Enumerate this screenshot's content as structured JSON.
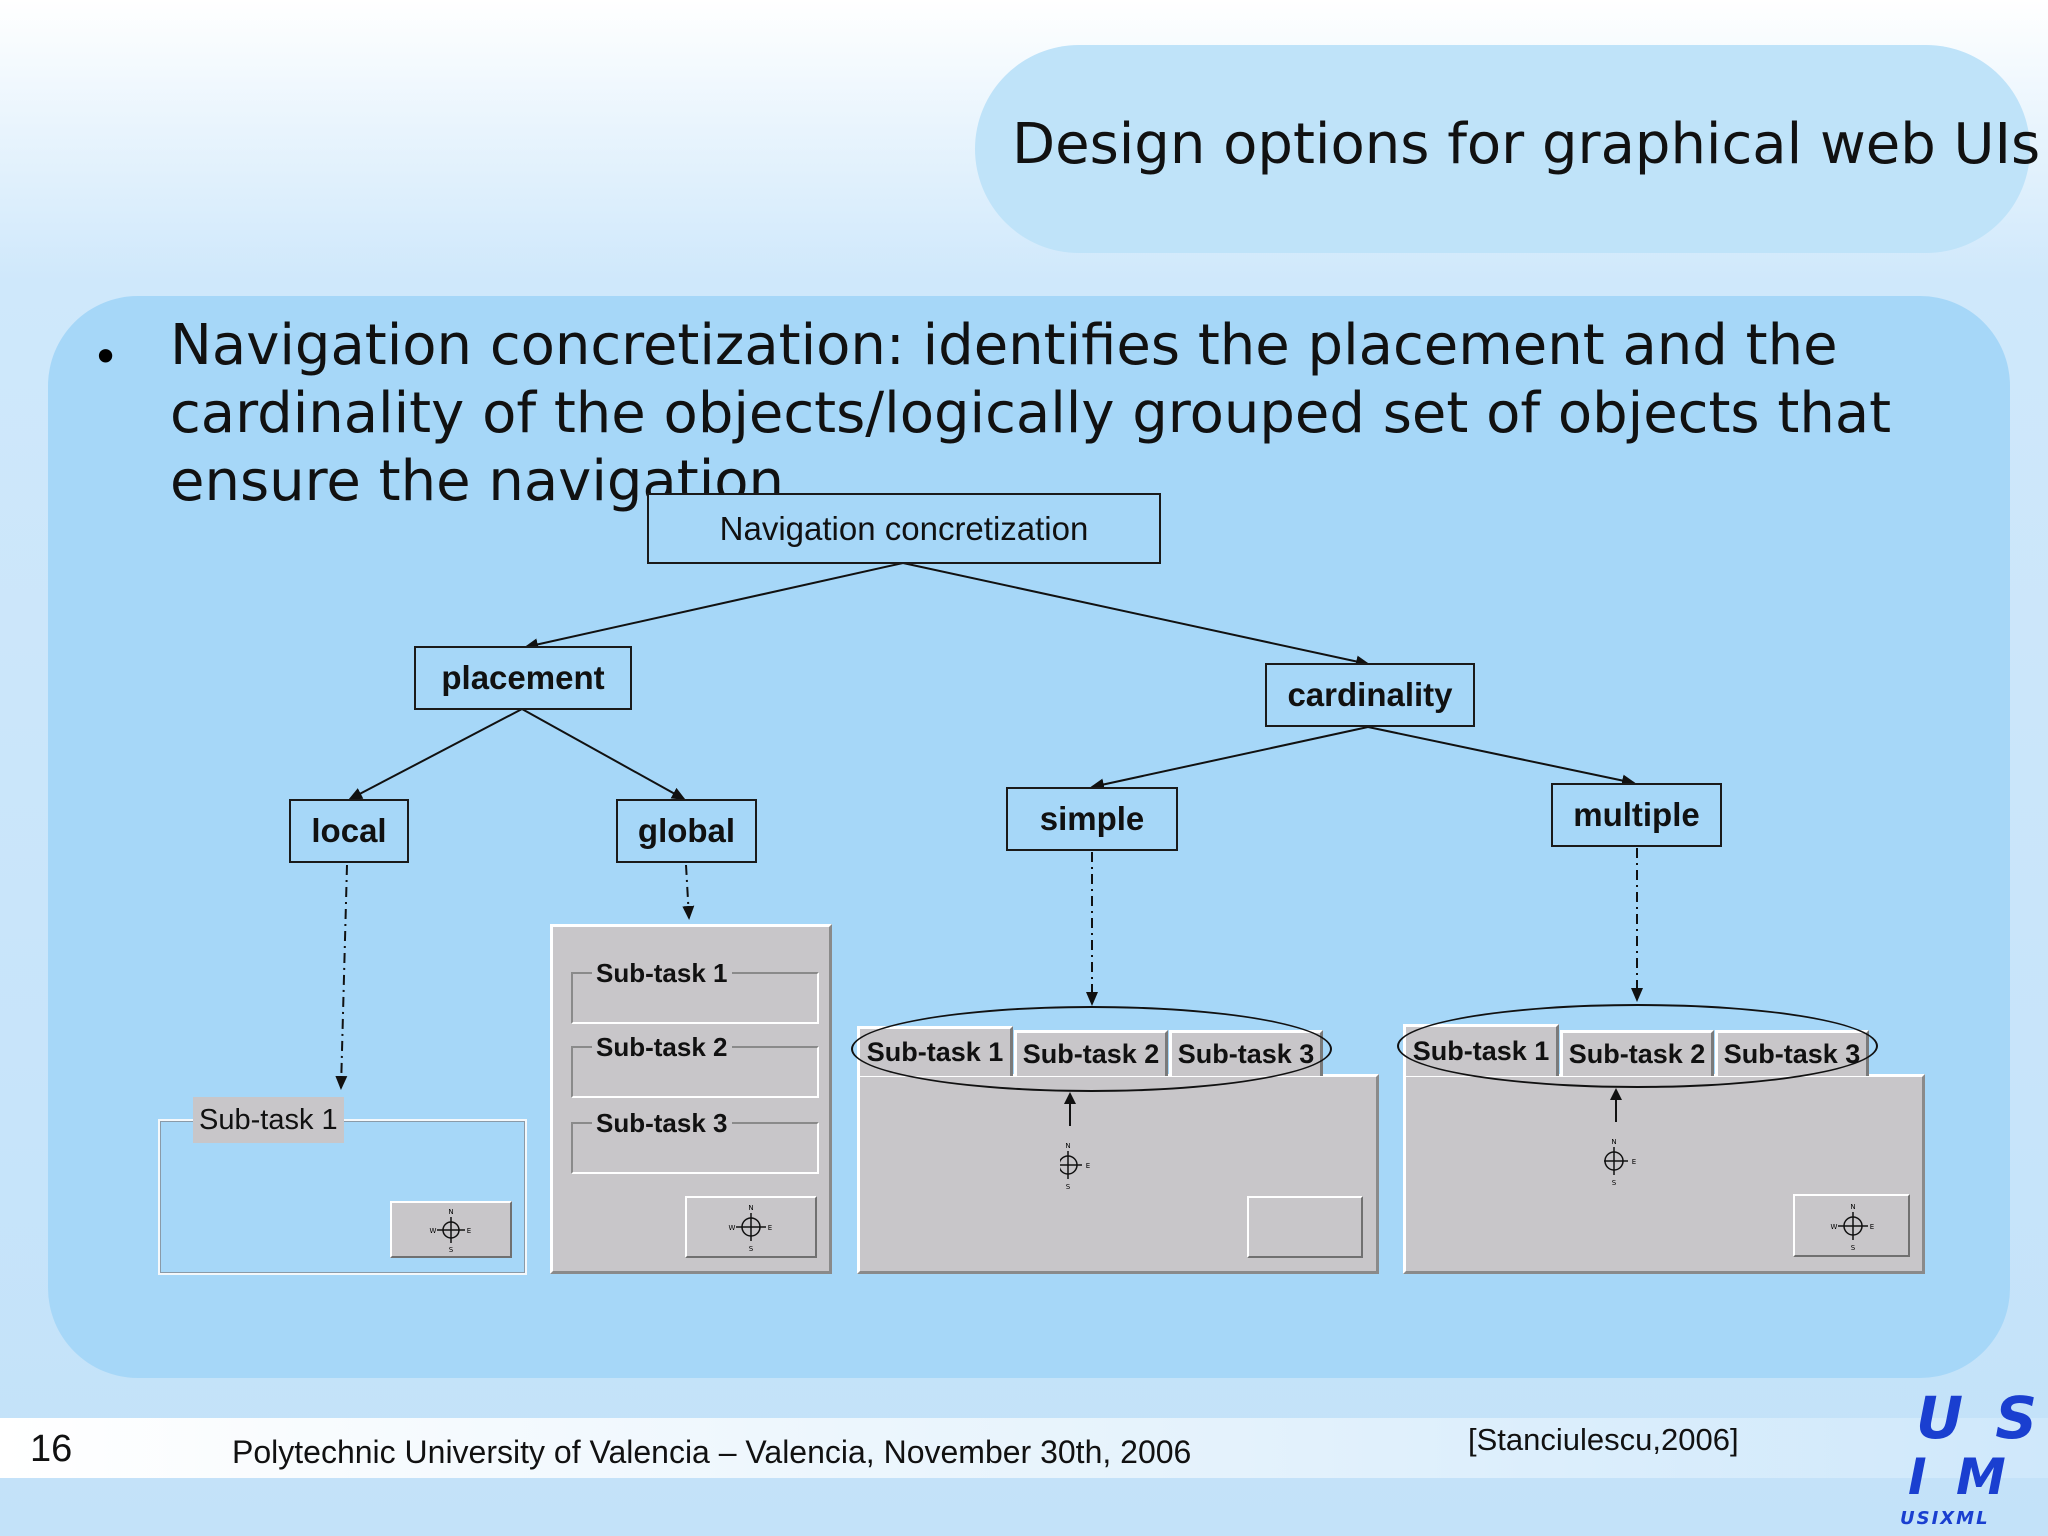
{
  "slide": {
    "title": "Design options for graphical web UIs",
    "bullet": "Navigation concretization: identifies the placement and the cardinality of the objects/logically grouped set of objects that ensure the navigation.",
    "page_number": "16",
    "footer_text": "Polytechnic University of Valencia – Valencia, November 30th, 2006",
    "citation": "[Stanciulescu,2006]"
  },
  "logo": {
    "lines": [
      "U S",
      "I M",
      "USIXML"
    ]
  },
  "diagram": {
    "root": "Navigation concretization",
    "placement": "placement",
    "cardinality": "cardinality",
    "local": "local",
    "global": "global",
    "simple": "simple",
    "multiple": "multiple"
  },
  "mockups": {
    "local": {
      "subtask": "Sub-task 1"
    },
    "global": {
      "subtasks": [
        "Sub-task 1",
        "Sub-task 2",
        "Sub-task 3"
      ]
    },
    "simple": {
      "tabs": [
        "Sub-task 1",
        "Sub-task 2",
        "Sub-task 3"
      ]
    },
    "multiple": {
      "tabs": [
        "Sub-task 1",
        "Sub-task 2",
        "Sub-task 3"
      ]
    },
    "compass": {
      "n": "N",
      "s": "S",
      "w": "W",
      "e": "E"
    }
  }
}
